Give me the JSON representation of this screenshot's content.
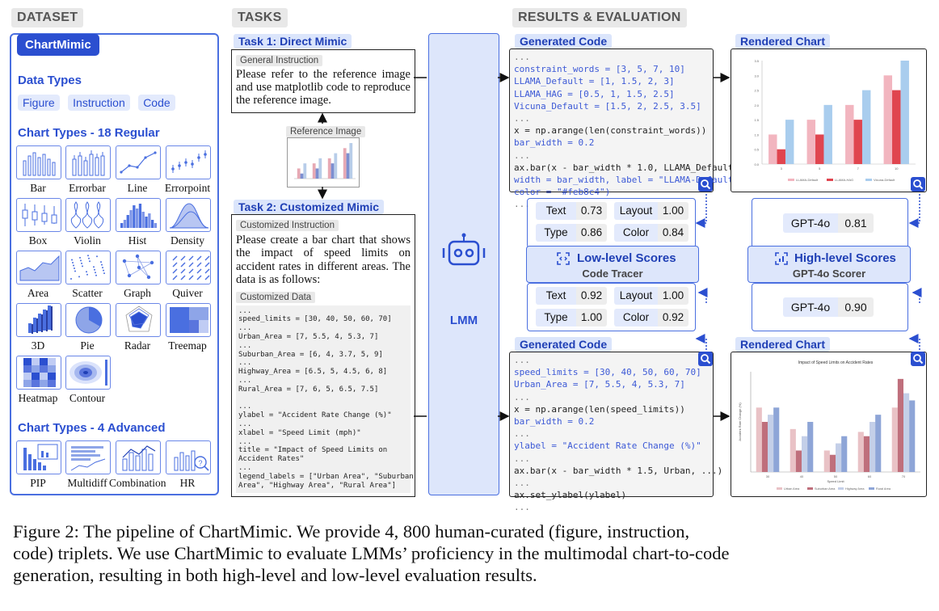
{
  "sections": {
    "dataset": "DATASET",
    "tasks": "TASKS",
    "results": "RESULTS & EVALUATION"
  },
  "dataset": {
    "badge": "ChartMimic",
    "data_types_title": "Data Types",
    "data_types": [
      "Figure",
      "Instruction",
      "Code"
    ],
    "regular_title": "Chart Types - 18 Regular",
    "regular": [
      "Bar",
      "Errorbar",
      "Line",
      "Errorpoint",
      "Box",
      "Violin",
      "Hist",
      "Density",
      "Area",
      "Scatter",
      "Graph",
      "Quiver",
      "3D",
      "Pie",
      "Radar",
      "Treemap",
      "Heatmap",
      "Contour"
    ],
    "advanced_title": "Chart Types - 4 Advanced",
    "advanced": [
      "PIP",
      "Multidiff",
      "Combination",
      "HR"
    ]
  },
  "task1": {
    "title": "Task 1: Direct Mimic",
    "instr_tag": "General Instruction",
    "instr_text": "Please refer to the reference image and use matplotlib code to reproduce the reference image.",
    "ref_tag": "Reference Image"
  },
  "task2": {
    "title": "Task 2: Customized Mimic",
    "instr_tag": "Customized Instruction",
    "instr_text": "Please create a bar chart that shows the impact of speed limits on accident rates in different areas. The data is as follows:",
    "data_tag": "Customized Data",
    "data_lines": [
      "...",
      "speed_limits = [30, 40, 50, 60, 70]",
      "...",
      "Urban_Area = [7, 5.5, 4, 5.3, 7]",
      "...",
      "Suburban_Area = [6, 4, 3.7, 5, 9]",
      "...",
      "Highway_Area = [6.5, 5, 4.5, 6, 8]",
      "...",
      "Rural_Area = [7, 6, 5, 6.5, 7.5]",
      "",
      "...",
      "ylabel = \"Accident Rate Change (%)\"",
      "...",
      "xlabel = \"Speed Limit (mph)\"",
      "...",
      "title = \"Impact of Speed Limits on",
      "Accident Rates\"",
      "...",
      "legend_labels = [\"Urban Area\", \"Suburban",
      "Area\", \"Highway Area\", \"Rural Area\"]"
    ]
  },
  "lmm_label": "LMM",
  "gen_code_title": "Generated Code",
  "rendered_title": "Rendered Chart",
  "code1": [
    "...",
    "constraint_words = [3, 5, 7, 10]",
    "LLAMA_Default = [1, 1.5, 2, 3]",
    "LLAMA_HAG = [0.5, 1, 1.5, 2.5]",
    "Vicuna_Default = [1.5, 2, 2.5, 3.5]",
    "...",
    "x = np.arange(len(constraint_words))",
    "bar_width = 0.2",
    "...",
    "ax.bar(x - bar_width * 1.0, LLAMA_Default,",
    "width = bar_width, label = \"LLAMA-Default\",",
    "color = \"#feb8c4\")",
    "..."
  ],
  "code2": [
    "...",
    "speed_limits = [30, 40, 50, 60, 70]",
    "Urban_Area = [7, 5.5, 4, 5.3, 7]",
    "...",
    "x = np.arange(len(speed_limits))",
    "bar_width = 0.2",
    "...",
    "ylabel = \"Accident Rate Change (%)\"",
    "...",
    "ax.bar(x - bar_width * 1.5, Urban, ...)",
    "...",
    "ax.set_ylabel(ylabel)",
    "..."
  ],
  "low_scores_top": [
    {
      "k": "Text",
      "v": "0.73"
    },
    {
      "k": "Layout",
      "v": "1.00"
    },
    {
      "k": "Type",
      "v": "0.86"
    },
    {
      "k": "Color",
      "v": "0.84"
    }
  ],
  "low_scores_bottom": [
    {
      "k": "Text",
      "v": "0.92"
    },
    {
      "k": "Layout",
      "v": "1.00"
    },
    {
      "k": "Type",
      "v": "1.00"
    },
    {
      "k": "Color",
      "v": "0.92"
    }
  ],
  "low_title": "Low-level Scores",
  "low_sub": "Code Tracer",
  "high_title": "High-level Scores",
  "high_sub": "GPT-4o Scorer",
  "high_top": {
    "k": "GPT-4o",
    "v": "0.81"
  },
  "high_bottom": {
    "k": "GPT-4o",
    "v": "0.90"
  },
  "chart1": {
    "legend": [
      "LLAMA-Default",
      "LLAMA-HAG",
      "Vicuna-Default"
    ],
    "x_ticks": [
      "3",
      "5",
      "7",
      "10"
    ],
    "series": [
      [
        1,
        1.5,
        2,
        3
      ],
      [
        0.5,
        1,
        1.5,
        2.5
      ],
      [
        1.5,
        2,
        2.5,
        3.5
      ]
    ],
    "colors": [
      "#f2b5bf",
      "#e0454f",
      "#a9cdee"
    ],
    "ymax": 3.5,
    "y_ticks": [
      "0.0",
      "0.5",
      "1.0",
      "1.5",
      "2.0",
      "2.5",
      "3.0",
      "3.5"
    ]
  },
  "chart2": {
    "title": "Impact of Speed Limits on Accident Rates",
    "xlabel": "Speed Limit",
    "ylabel": "Accident Rate Change (%)",
    "x_ticks": [
      "30",
      "40",
      "50",
      "60",
      "70"
    ],
    "legend": [
      "Urban Area",
      "Suburban Area",
      "Highway Area",
      "Rural Area"
    ],
    "series": [
      [
        7,
        5.5,
        4,
        5.3,
        7
      ],
      [
        6,
        4,
        3.7,
        5,
        9
      ],
      [
        6.5,
        5,
        4.5,
        6,
        8
      ],
      [
        7,
        6,
        5,
        6.5,
        7.5
      ]
    ],
    "colors": [
      "#e9c2c6",
      "#bf6f7c",
      "#c4cfe8",
      "#8ea5d7"
    ],
    "ymin": 2.5,
    "ymax": 9.5
  },
  "caption": [
    "Figure 2:  The pipeline of ChartMimic.  We provide 4, 800 human-curated (figure, instruction,",
    "code) triplets. We use ChartMimic to evaluate LMMs’ proficiency in the multimodal chart-to-code",
    "generation, resulting in both high-level and low-level evaluation results."
  ]
}
